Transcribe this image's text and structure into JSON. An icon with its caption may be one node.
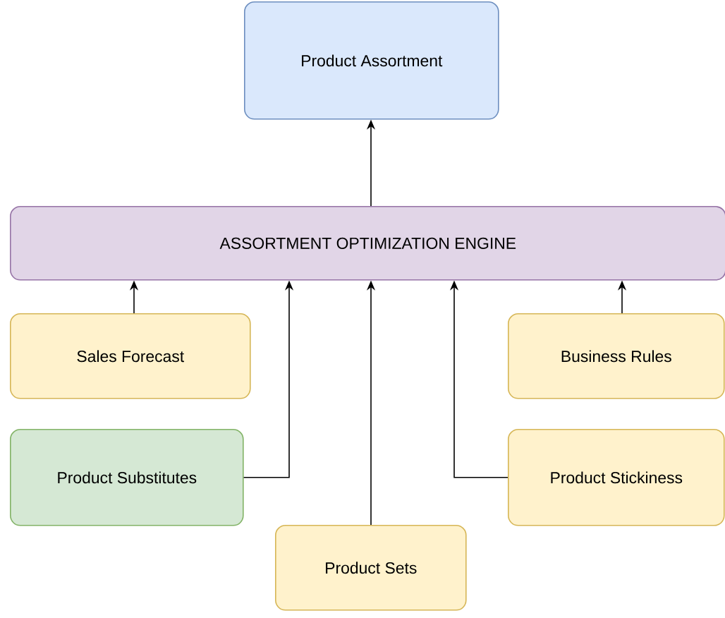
{
  "diagram": {
    "nodes": [
      {
        "text": [
          "Product Assortment"
        ]
      },
      {
        "text": [
          "ASSORTMENT OPTIMIZATION ENGINE"
        ]
      },
      {
        "text": [
          "Sales Forecast"
        ]
      },
      {
        "text": [
          "Business Rules"
        ]
      },
      {
        "text": [
          "Product Substitutes"
        ]
      },
      {
        "text": [
          "Product Stickiness"
        ]
      },
      {
        "text": [
          "Product Sets"
        ]
      }
    ],
    "edges": [
      {
        "from": 1,
        "to": 0,
        "arrow": "to"
      },
      {
        "from": 2,
        "to": 1,
        "arrow": "to"
      },
      {
        "from": 3,
        "to": 1,
        "arrow": "to"
      },
      {
        "from": 4,
        "to": 1,
        "arrow": "to"
      },
      {
        "from": 6,
        "to": 1,
        "arrow": "to"
      },
      {
        "from": 5,
        "to": 1,
        "arrow": "to"
      }
    ]
  }
}
